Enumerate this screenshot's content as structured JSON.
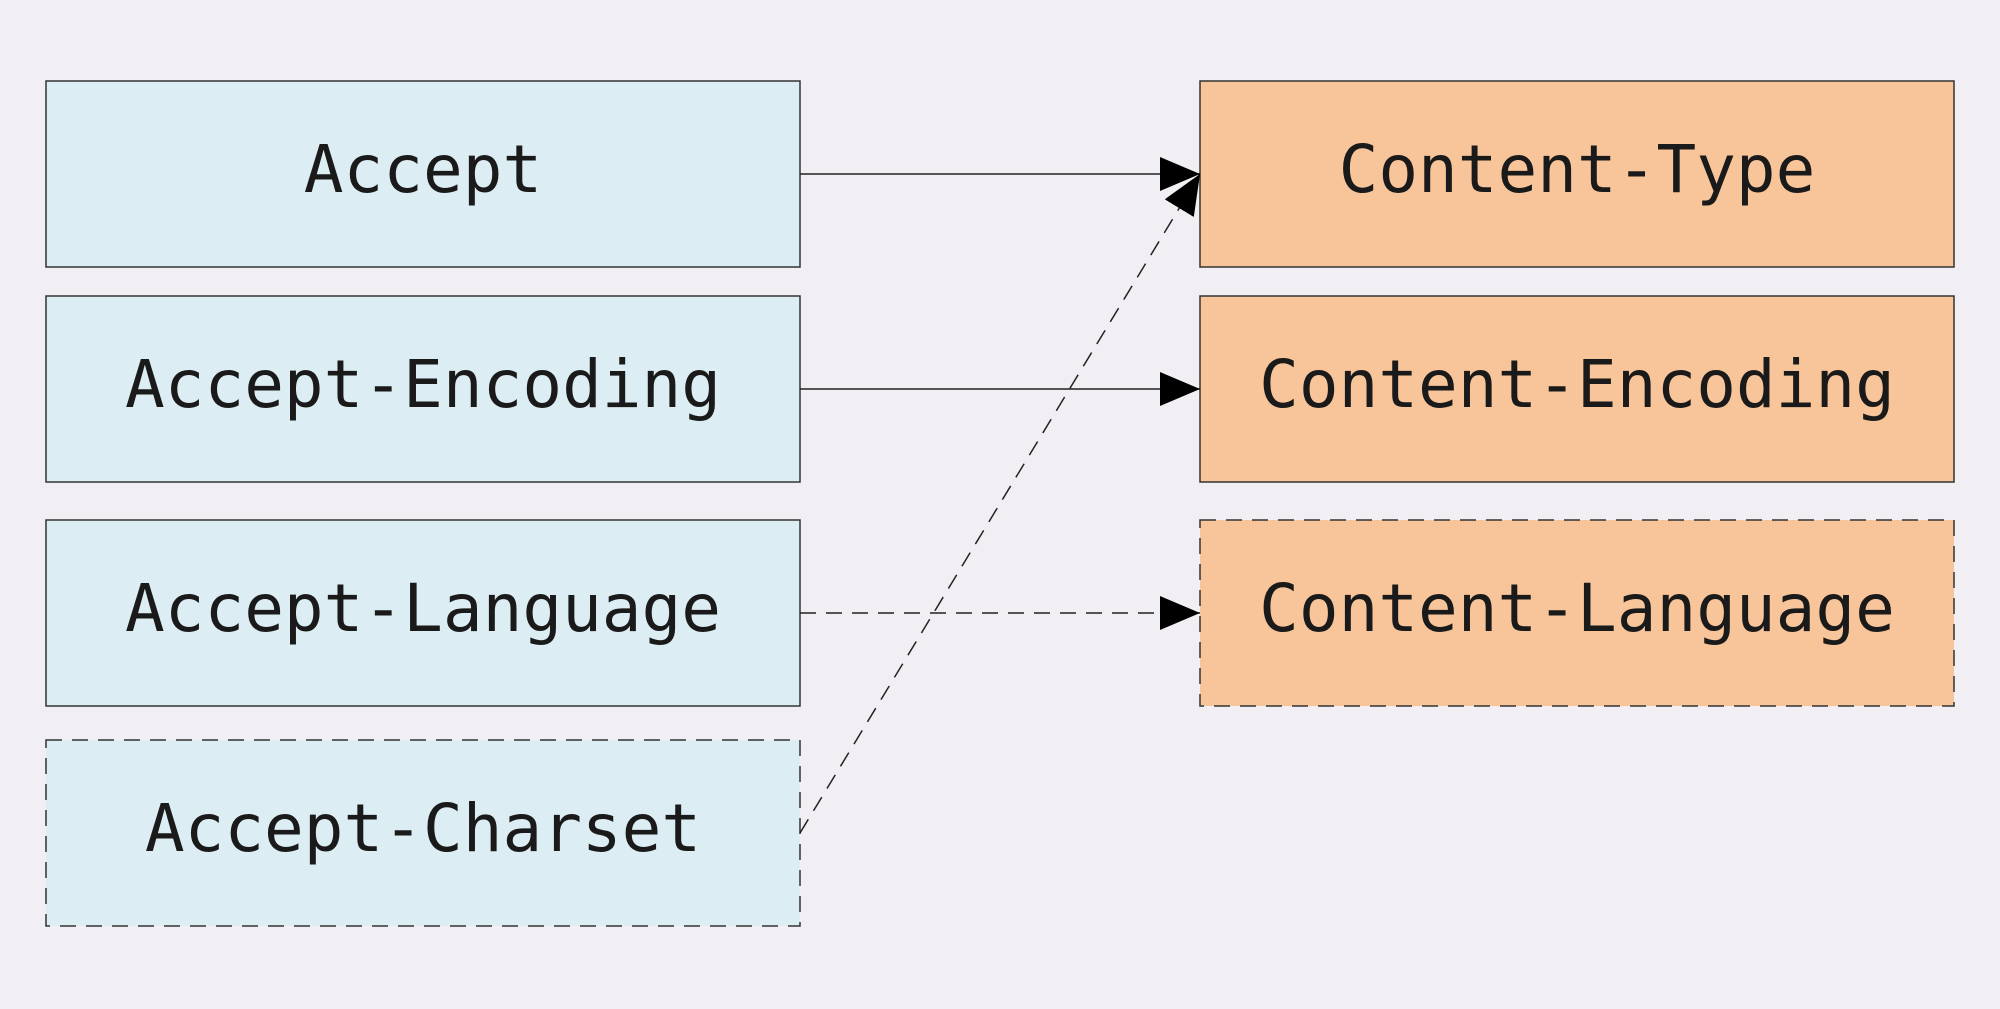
{
  "request_headers": {
    "accept": "Accept",
    "accept_encoding": "Accept-Encoding",
    "accept_language": "Accept-Language",
    "accept_charset": "Accept-Charset"
  },
  "response_headers": {
    "content_type": "Content-Type",
    "content_encoding": "Content-Encoding",
    "content_language": "Content-Language"
  },
  "colors": {
    "background": "#f1eff4",
    "request_fill": "#dcedf3",
    "response_fill": "#f8c59b",
    "stroke": "#333333"
  }
}
